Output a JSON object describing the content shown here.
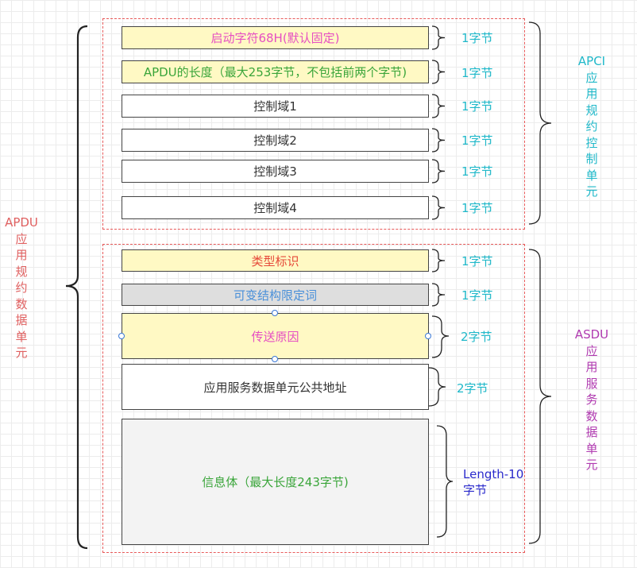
{
  "apci": {
    "label": "APCI",
    "chars": [
      "应",
      "用",
      "规",
      "约",
      "控",
      "制",
      "单",
      "元"
    ],
    "fields": [
      {
        "id": "start",
        "text": "启动字符68H(默认固定)",
        "bytes": "1字节",
        "fill": "#fff9c4",
        "color": "#e64fc2"
      },
      {
        "id": "length",
        "text": "APDU的长度（最大253字节，不包括前两个字节)",
        "bytes": "1字节",
        "fill": "#fff9c4",
        "color": "#3aa53a"
      },
      {
        "id": "ctrl1",
        "text": "控制域1",
        "bytes": "1字节",
        "fill": "#ffffff",
        "color": "#333333"
      },
      {
        "id": "ctrl2",
        "text": "控制域2",
        "bytes": "1字节",
        "fill": "#ffffff",
        "color": "#333333"
      },
      {
        "id": "ctrl3",
        "text": "控制域3",
        "bytes": "1字节",
        "fill": "#ffffff",
        "color": "#333333"
      },
      {
        "id": "ctrl4",
        "text": "控制域4",
        "bytes": "1字节",
        "fill": "#ffffff",
        "color": "#333333"
      }
    ]
  },
  "asdu": {
    "label": "ASDU",
    "chars": [
      "应",
      "用",
      "服",
      "务",
      "数",
      "据",
      "单",
      "元"
    ],
    "fields": [
      {
        "id": "type",
        "text": "类型标识",
        "bytes": "1字节",
        "fill": "#fff9c4",
        "color": "#e64a3a"
      },
      {
        "id": "vsq",
        "text": "可变结构限定词",
        "bytes": "1字节",
        "fill": "#dedede",
        "color": "#4a90d9"
      },
      {
        "id": "cot",
        "text": "传送原因",
        "bytes": "2字节",
        "fill": "#fff9c4",
        "color": "#e64fc2"
      },
      {
        "id": "addr",
        "text": "应用服务数据单元公共地址",
        "bytes": "2字节",
        "fill": "#ffffff",
        "color": "#333333"
      },
      {
        "id": "info",
        "text": "信息体（最大长度243字节)",
        "bytes_line1": "Length-10",
        "bytes_line2": "字节",
        "fill": "#f3f3f3",
        "color": "#3aa53a"
      }
    ]
  },
  "apdu": {
    "label": "APDU",
    "chars": [
      "应",
      "用",
      "规",
      "约",
      "数",
      "据",
      "单",
      "元"
    ]
  },
  "colors": {
    "apci_label": "#1fb8c9",
    "asdu_label": "#b03ab0",
    "apdu_label": "#e06060",
    "bytes": "#1fb8c9",
    "info_bytes": "#2a2acc",
    "dashed": "#e85a5a"
  }
}
